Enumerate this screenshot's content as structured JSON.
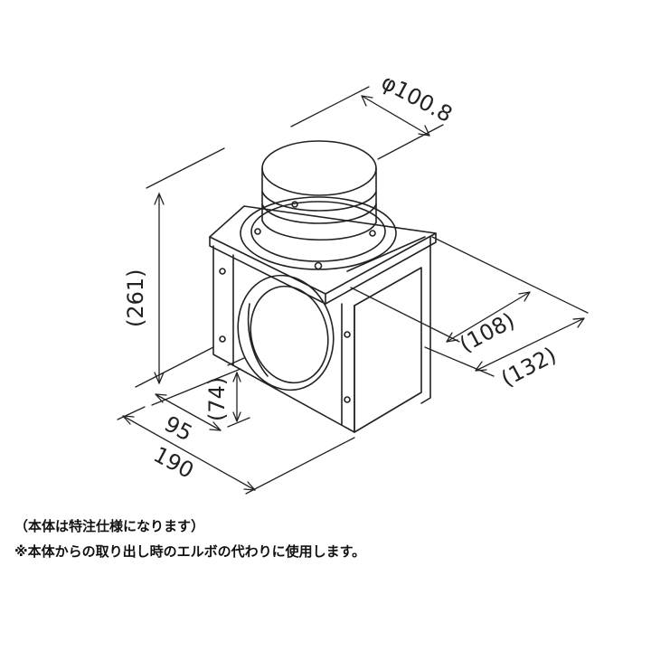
{
  "dimensions": {
    "diameter": "φ100.8",
    "height_total": "(261)",
    "depth_inner": "(108)",
    "depth_outer": "(132)",
    "height_opening": "(74)",
    "width_offset": "95",
    "width_total": "190"
  },
  "notes": {
    "line1": "（本体は特注仕様になります）",
    "line2": "※本体からの取り出し時のエルボの代わりに使用します。"
  },
  "colors": {
    "line": "#222222",
    "background": "#ffffff"
  }
}
